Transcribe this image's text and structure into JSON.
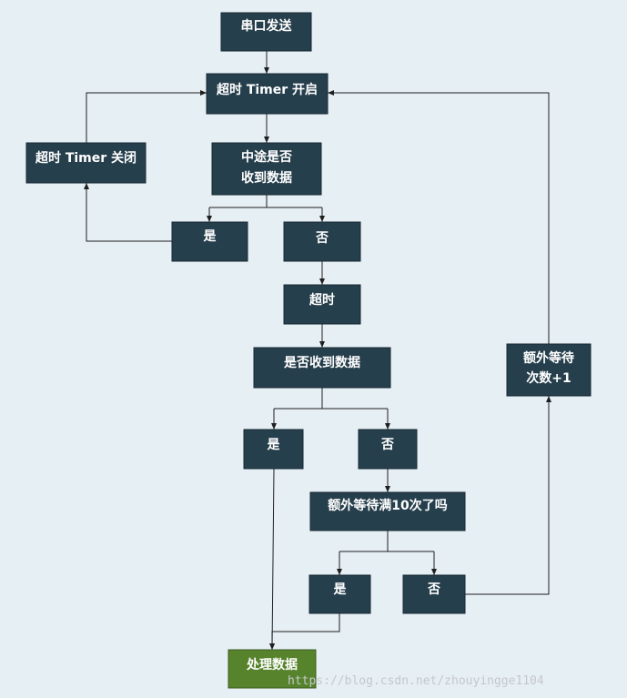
{
  "nodes": {
    "serial_send": [
      "串口发送"
    ],
    "timer_on": [
      "超时 Timer 开启"
    ],
    "timer_off": [
      "超时 Timer 关闭"
    ],
    "received_midway": [
      "中途是否",
      "收到数据"
    ],
    "yes_1": [
      "是"
    ],
    "no_1": [
      "否"
    ],
    "timeout": [
      "超时"
    ],
    "received_check": [
      "是否收到数据"
    ],
    "yes_2": [
      "是"
    ],
    "no_2": [
      "否"
    ],
    "extra_wait_full": [
      "额外等待满10次了吗"
    ],
    "yes_3": [
      "是"
    ],
    "no_3": [
      "否"
    ],
    "extra_wait_inc": [
      "额外等待",
      "次数+1"
    ],
    "process_data": [
      "处理数据"
    ]
  },
  "colors": {
    "background": "#e6eff4",
    "box": "#263f4c",
    "final_box": "#56832c",
    "text": "#ffffff",
    "line": "#1f1f1f"
  },
  "watermark": "https://blog.csdn.net/zhouyingge1104"
}
